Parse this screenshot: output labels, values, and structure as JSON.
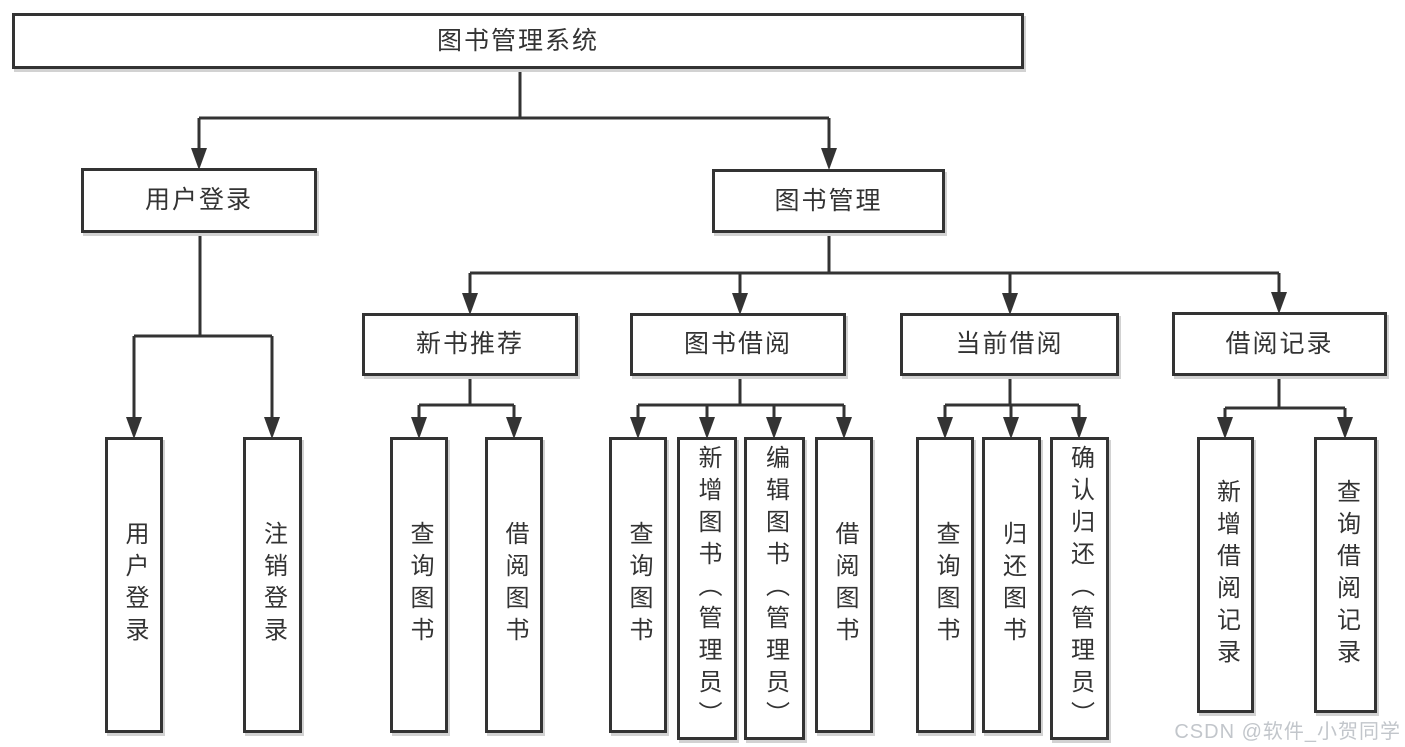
{
  "diagram": {
    "root": "图书管理系统",
    "branches": [
      {
        "label": "用户登录",
        "children": [
          {
            "label": "用户登录"
          },
          {
            "label": "注销登录"
          }
        ]
      },
      {
        "label": "图书管理",
        "children": [
          {
            "label": "新书推荐",
            "children": [
              {
                "label": "查询图书"
              },
              {
                "label": "借阅图书"
              }
            ]
          },
          {
            "label": "图书借阅",
            "children": [
              {
                "label": "查询图书"
              },
              {
                "label": "新增图书（管理员）"
              },
              {
                "label": "编辑图书（管理员）"
              },
              {
                "label": "借阅图书"
              }
            ]
          },
          {
            "label": "当前借阅",
            "children": [
              {
                "label": "查询图书"
              },
              {
                "label": "归还图书"
              },
              {
                "label": "确认归还（管理员）"
              }
            ]
          },
          {
            "label": "借阅记录",
            "children": [
              {
                "label": "新增借阅记录"
              },
              {
                "label": "查询借阅记录"
              }
            ]
          }
        ]
      }
    ],
    "watermark": "CSDN @软件_小贺同学",
    "style": {
      "line_color": "#333333",
      "box_background": "#ffffff",
      "shadow_color": "#d2d2d2",
      "watermark_color": "#c2c6cb"
    }
  }
}
